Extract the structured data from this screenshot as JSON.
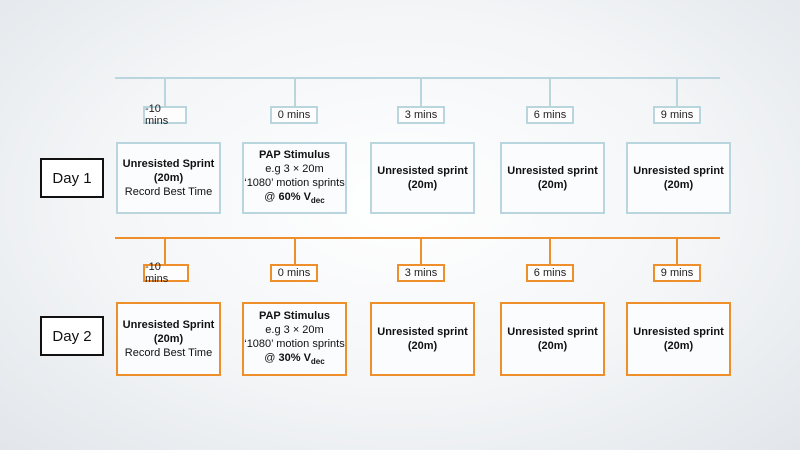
{
  "colors": {
    "day1": "#b9d6de",
    "day2": "#ee8f2b"
  },
  "days": [
    {
      "label": "Day 1",
      "times": [
        "-10 mins",
        "0 mins",
        "3 mins",
        "6 mins",
        "9 mins"
      ],
      "boxes": [
        {
          "bold1": "Unresisted Sprint",
          "bold2": "(20m)",
          "line3": "Record Best Time"
        },
        {
          "bold1": "PAP Stimulus",
          "line2": "e.g 3 × 20m",
          "line3": "‘1080’ motion sprints",
          "at": "@",
          "pct": "60% V",
          "sub": "dec"
        },
        {
          "bold1": "Unresisted sprint",
          "bold2": "(20m)"
        },
        {
          "bold1": "Unresisted sprint",
          "bold2": "(20m)"
        },
        {
          "bold1": "Unresisted sprint",
          "bold2": "(20m)"
        }
      ]
    },
    {
      "label": "Day 2",
      "times": [
        "-10 mins",
        "0 mins",
        "3 mins",
        "6 mins",
        "9 mins"
      ],
      "boxes": [
        {
          "bold1": "Unresisted Sprint",
          "bold2": "(20m)",
          "line3": "Record Best Time"
        },
        {
          "bold1": "PAP Stimulus",
          "line2": "e.g 3 × 20m",
          "line3": "‘1080’ motion sprints",
          "at": "@",
          "pct": "30% V",
          "sub": "dec"
        },
        {
          "bold1": "Unresisted sprint",
          "bold2": "(20m)"
        },
        {
          "bold1": "Unresisted sprint",
          "bold2": "(20m)"
        },
        {
          "bold1": "Unresisted sprint",
          "bold2": "(20m)"
        }
      ]
    }
  ]
}
